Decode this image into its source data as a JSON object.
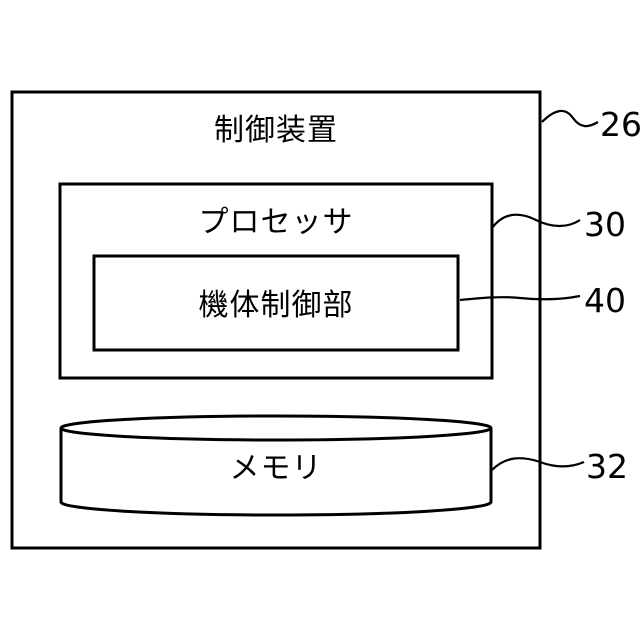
{
  "diagram": {
    "outer": {
      "label": "制御装置",
      "ref": "26"
    },
    "processor": {
      "label": "プロセッサ",
      "ref": "30"
    },
    "control_unit": {
      "label": "機体制御部",
      "ref": "40"
    },
    "memory": {
      "label": "メモリ",
      "ref": "32"
    }
  }
}
